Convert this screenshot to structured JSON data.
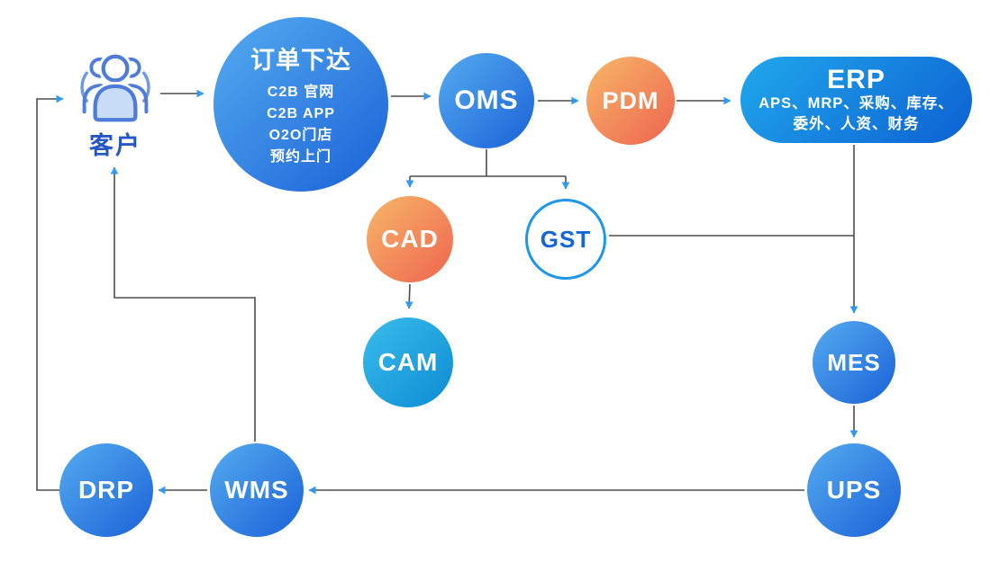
{
  "customer": {
    "label": "客户"
  },
  "order": {
    "title": "订单下达",
    "lines": [
      "C2B 官网",
      "C2B APP",
      "O2O门店",
      "预约上门"
    ]
  },
  "nodes": {
    "oms": "OMS",
    "pdm": "PDM",
    "cad": "CAD",
    "gst": "GST",
    "cam": "CAM",
    "mes": "MES",
    "ups": "UPS",
    "wms": "WMS",
    "drp": "DRP"
  },
  "erp": {
    "title": "ERP",
    "lines": [
      "APS、MRP、采购、库存、",
      "委外、人资、财务"
    ]
  },
  "colors": {
    "blue_light": "#55ACEF",
    "blue_dark": "#1A61D8",
    "erp_light": "#20A8EC",
    "erp_dark": "#0D60D2",
    "orange_light": "#F7B768",
    "orange_dark": "#EE6450",
    "cyan_light": "#3BBCEC",
    "cyan_dark": "#0C8CD2",
    "line": "#4d4d4d",
    "arrow": "#2E9BF0",
    "gst_border": "#1F97E9",
    "gst_text": "#1565D8",
    "customer_text": "#2456C8"
  }
}
